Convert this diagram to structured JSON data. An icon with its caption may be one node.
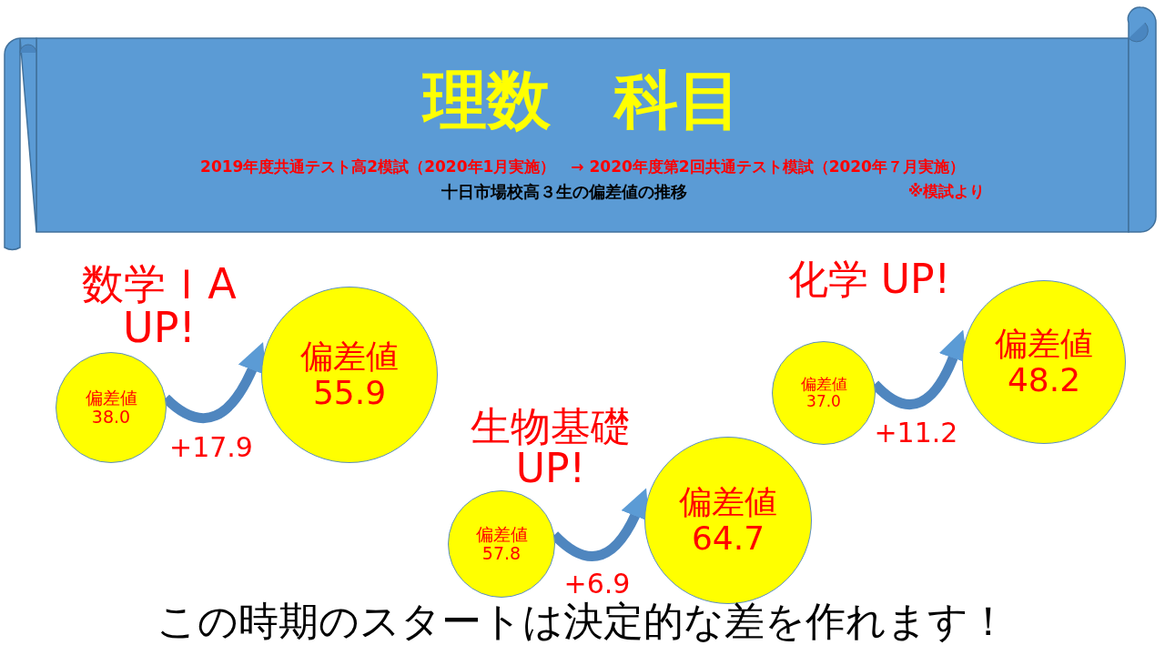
{
  "diagram": {
    "title": "理数　科目",
    "nodes": [
      {
        "text": [
          "2019年度共通テスト高2模試（2020年1月実施）　→ 2020年度第2回共通テスト模試（2020年７月実施）",
          "十日市場校高３生の偏差値の推移",
          "※模試より"
        ]
      },
      {
        "text": [
          "偏差値",
          "38.0"
        ]
      },
      {
        "text": [
          "偏差値",
          "55.9"
        ]
      },
      {
        "text": [
          "偏差値",
          "57.8"
        ]
      },
      {
        "text": [
          "偏差値",
          "64.7"
        ]
      },
      {
        "text": [
          "偏差値",
          "37.0"
        ]
      },
      {
        "text": [
          "偏差値",
          "48.2"
        ]
      }
    ],
    "edges": [
      {
        "from": 1,
        "to": 2,
        "arrow": "to",
        "label": "+17.9"
      },
      {
        "from": 3,
        "to": 4,
        "arrow": "to",
        "label": "+6.9"
      },
      {
        "from": 5,
        "to": 6,
        "arrow": "to",
        "label": "+11.2"
      }
    ],
    "labels": [
      "数学ＩA UP!",
      "化学 UP!",
      "生物基礎 UP!",
      "この時期のスタートは決定的な差を作れます！"
    ]
  }
}
